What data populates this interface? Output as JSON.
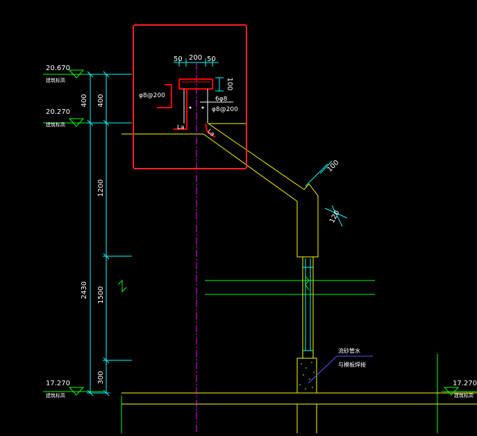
{
  "colors": {
    "background": "#000000",
    "annotation": "#ffffff",
    "dimension": "#00ffff",
    "green_lines": "#00ff00",
    "yellow_lines": "#ffff00",
    "rebar_red": "#ff0000",
    "centerline": "#ff00ff",
    "highlight_box": "#ff0000",
    "leader": "#5a5aff"
  },
  "elevations": {
    "top": {
      "value": "20.670",
      "label": "建筑标高"
    },
    "middle": {
      "value": "20.270",
      "label": "建筑标高"
    },
    "bottom_left": {
      "value": "17.270",
      "label": "建筑标高"
    },
    "bottom_right": {
      "value": "17.270",
      "label": "建筑标高"
    }
  },
  "vertical_dims": {
    "outer_400": "400",
    "outer_2430": "2430",
    "inner_400": "400",
    "inner_1200": "1200",
    "inner_1500": "1500",
    "inner_300": "300"
  },
  "detail": {
    "top_dim_left": "50",
    "top_dim_mid": "200",
    "top_dim_right": "50",
    "side_dim": "100",
    "rebar_left": "φ8@200",
    "rebar_right_top": "6φ8",
    "rebar_right_bottom": "φ8@200",
    "anchor_left": "La",
    "anchor_right": "La"
  },
  "slab": {
    "dim_100": "100",
    "dim_120": "120"
  },
  "notes": {
    "line1": "流砂管水",
    "line2": "与模板焊接"
  }
}
